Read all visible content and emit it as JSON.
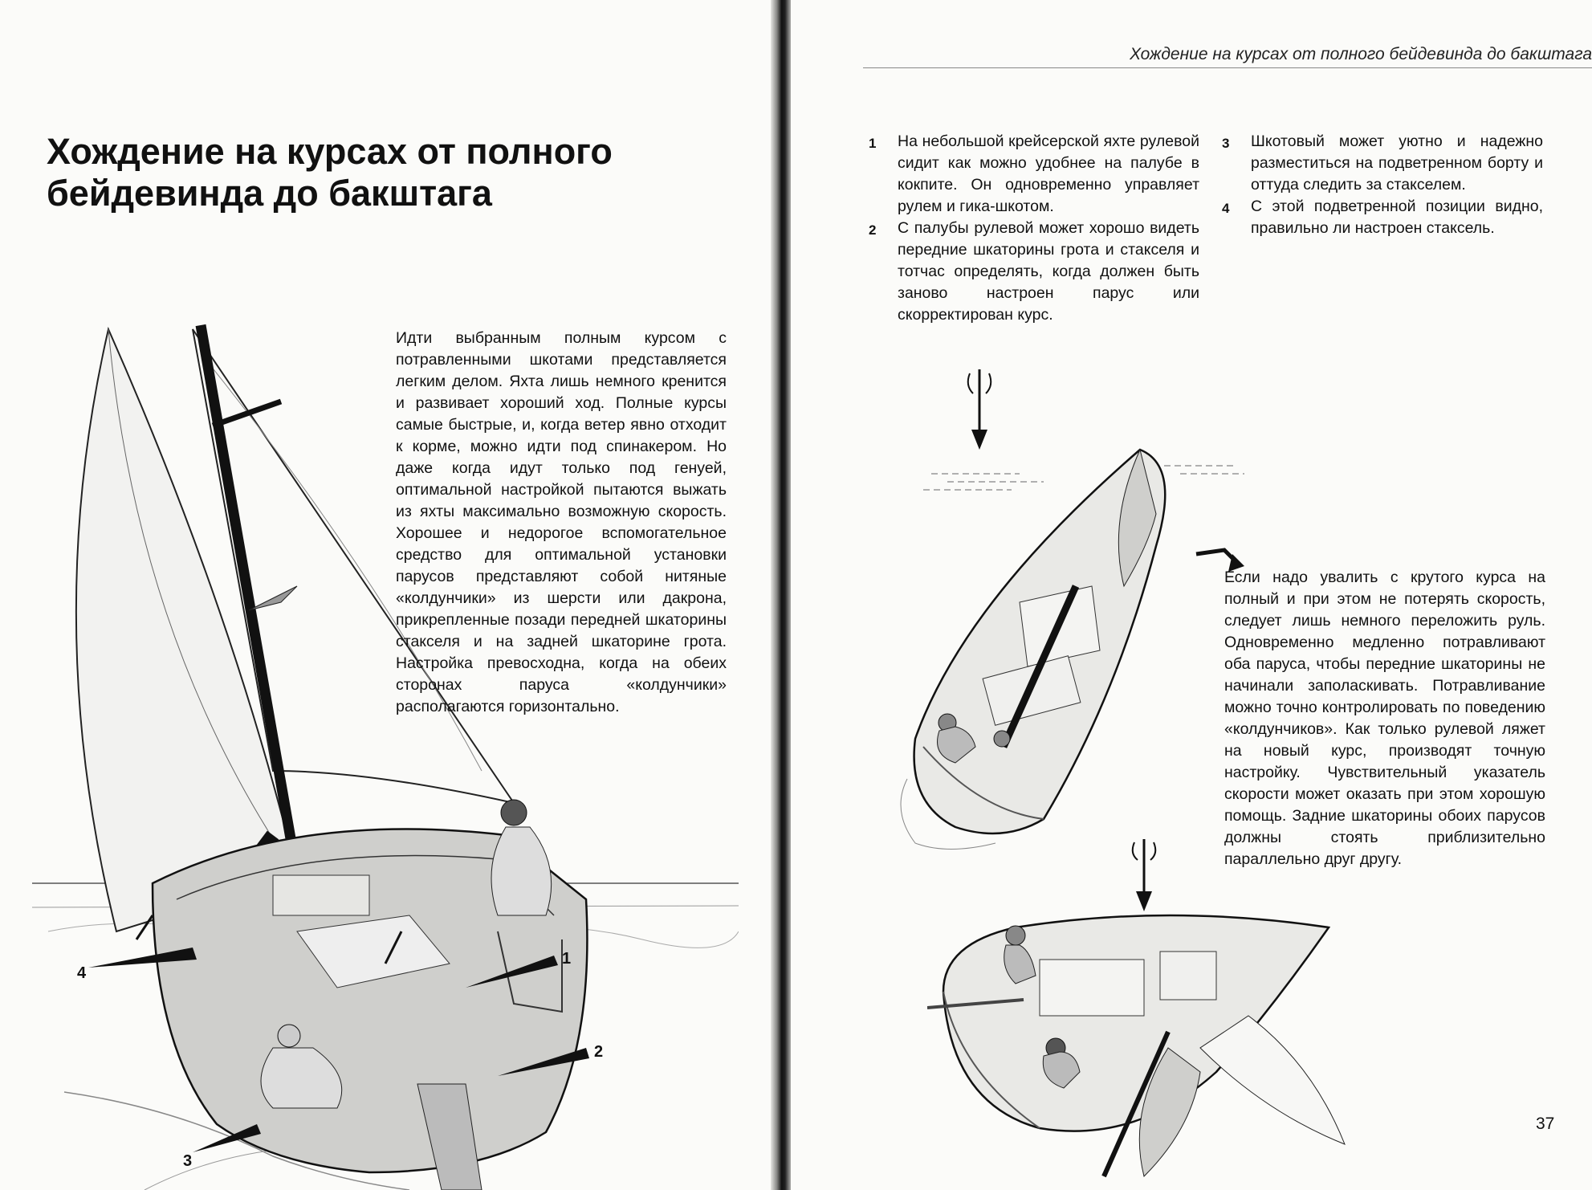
{
  "left_page": {
    "title_lines": [
      "Хождение на курсах от полного",
      "бейдевинда до бакштага"
    ],
    "paragraph": "Идти выбранным полным курсом с потравленными шкотами представляется легким делом. Яхта лишь немного кренится и развивает хороший ход. Полные курсы самые быстрые, и, когда ветер явно отходит к корме, можно идти под спинакером. Но даже когда идут только под генуей, оптимальной настройкой пытаются выжать из яхты максимально возможную скорость. Хорошее и недорогое вспомогательное средство для оптимальной установки парусов представляют собой нитяные «колдунчики» из шерсти или дакрона, прикрепленные позади передней шкаторины стакселя и на задней шкаторине грота. Настройка превосходна, когда на обеих сторонах паруса «колдунчики» располагаются горизонтально.",
    "callouts": [
      "1",
      "2",
      "3",
      "4"
    ]
  },
  "right_page": {
    "running_head": "Хождение на курсах от полного бейдевинда до бакштага",
    "list_left": [
      {
        "num": "1",
        "text": "На небольшой крейсерской яхте рулевой сидит как можно удобнее на палубе в кокпите. Он одновременно управляет рулем и гика-шкотом."
      },
      {
        "num": "2",
        "text": "С палубы рулевой может хорошо видеть передние шкаторины грота и стакселя и тотчас определять, когда должен быть заново настроен парус или скорректирован курс."
      }
    ],
    "list_right": [
      {
        "num": "3",
        "text": "Шкотовый может уютно и надежно разместиться на подветренном борту и оттуда следить за стакселем."
      },
      {
        "num": "4",
        "text": "С этой подветренной позиции видно, правильно ли настроен стаксель."
      }
    ],
    "paragraph": "Если надо увалить с крутого курса на полный и при этом не потерять скорость, следует лишь немного переложить руль. Одновременно медленно потравливают оба паруса, чтобы передние шкаторины не начинали заполаскивать. Потравливание можно точно контролировать по поведению «колдунчиков». Как только рулевой ляжет на новый курс, производят точную настройку. Чувствительный указатель скорости может оказать при этом хорошую помощь. Задние шкаторины обоих парусов должны стоять приблизительно параллельно друг другу.",
    "page_number": "37"
  }
}
